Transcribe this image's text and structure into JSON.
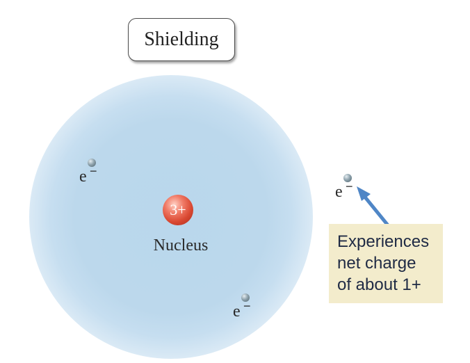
{
  "title": "Shielding",
  "nucleus": {
    "charge": "3+",
    "label": "Nucleus"
  },
  "electrons": [
    {
      "symbol": "e",
      "sign": "−"
    },
    {
      "symbol": "e",
      "sign": "−"
    },
    {
      "symbol": "e",
      "sign": "−"
    }
  ],
  "callout": {
    "lines": [
      "Experiences",
      "net charge",
      "of about 1+"
    ]
  },
  "colors": {
    "cloud": "#bcd8ec",
    "nucleus": "#d94832",
    "callout_bg": "#f3eccc",
    "arrow": "#4f86c6"
  }
}
